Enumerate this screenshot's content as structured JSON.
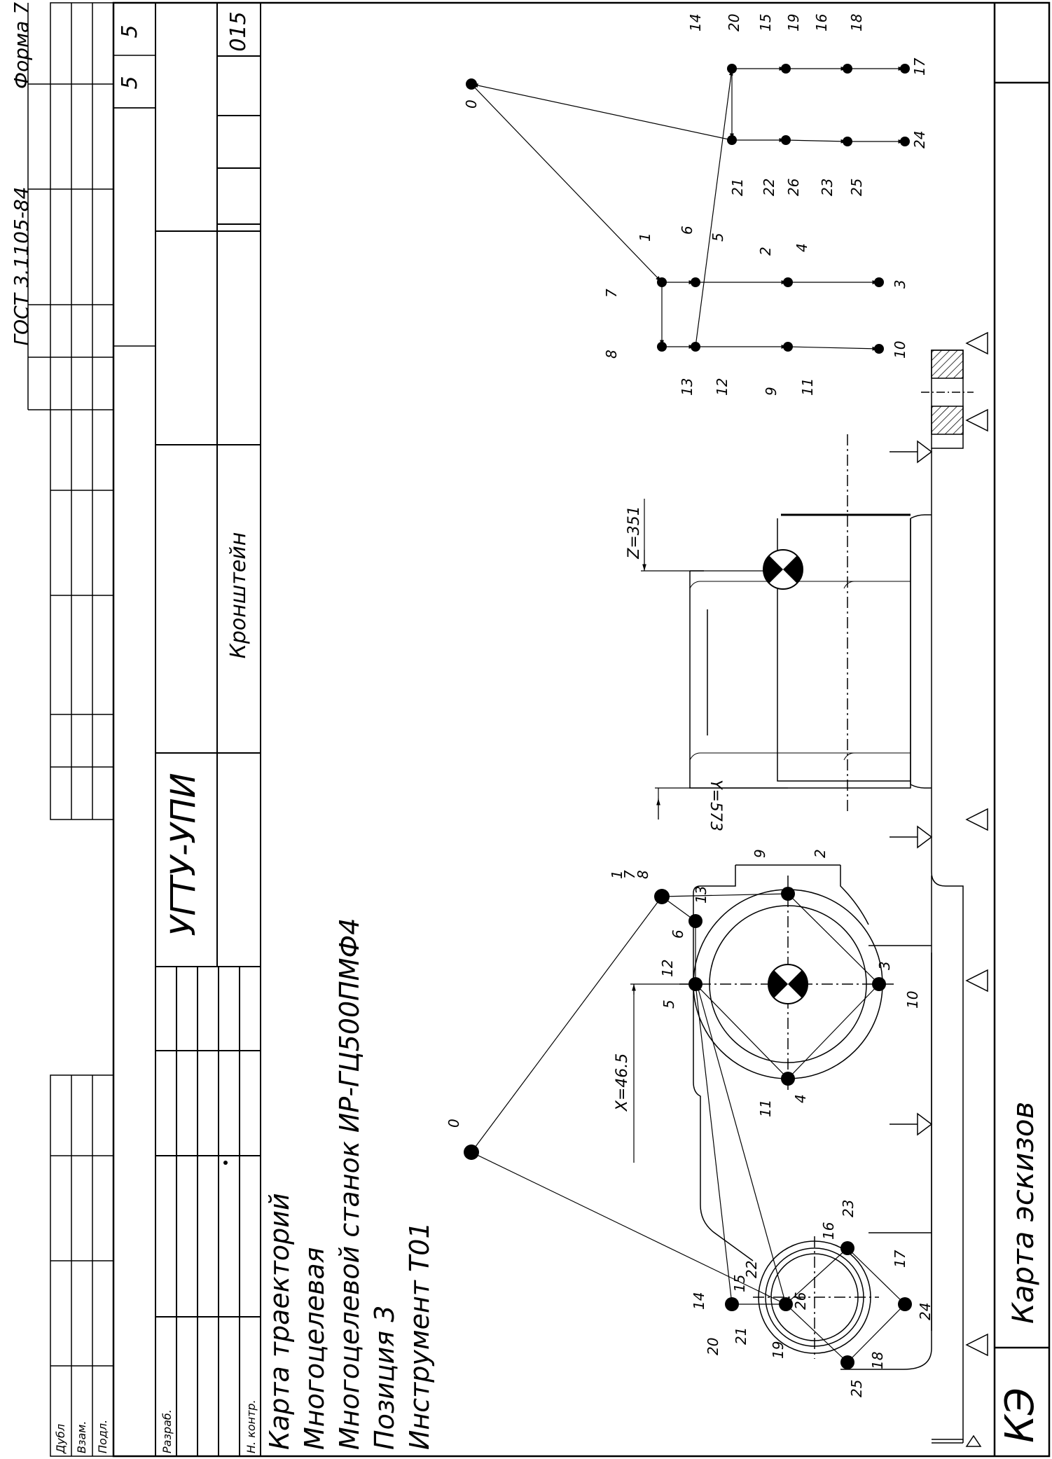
{
  "form": {
    "standard": "ГОСТ 3.1105-84",
    "form_label": "Форма 7",
    "sheet_a": "5",
    "sheet_b": "5"
  },
  "stamp": {
    "organization": "УГТУ-УПИ",
    "part_name": "Кронштейн",
    "operation": "015",
    "role_dubl": "Дубл",
    "role_vzam": "Взам.",
    "role_podl": "Подл.",
    "role_razrab": "Разраб.",
    "role_nkontr": "Н. контр."
  },
  "description": {
    "line1": "Карта траекторий",
    "line2": "Многоцелевая",
    "line3": "Многоцелевой станок ИР-ГЦ500ПМФ4",
    "line4": "Позиция 3",
    "line5": "Инструмент Т01"
  },
  "bottom_bar": {
    "doc_code": "КЭ",
    "doc_title": "Карта эскизов"
  },
  "dimensions": {
    "x": "X=46.5",
    "y": "Y=573",
    "z": "Z=351"
  },
  "trajectory_points": {
    "origin": "0",
    "big_bore": [
      "1",
      "2",
      "3",
      "4",
      "5",
      "6",
      "7",
      "8",
      "9",
      "10",
      "11",
      "12",
      "13"
    ],
    "small_bore": [
      "14",
      "15",
      "16",
      "17",
      "18",
      "19",
      "20",
      "21",
      "22",
      "23",
      "24",
      "25",
      "26"
    ]
  }
}
